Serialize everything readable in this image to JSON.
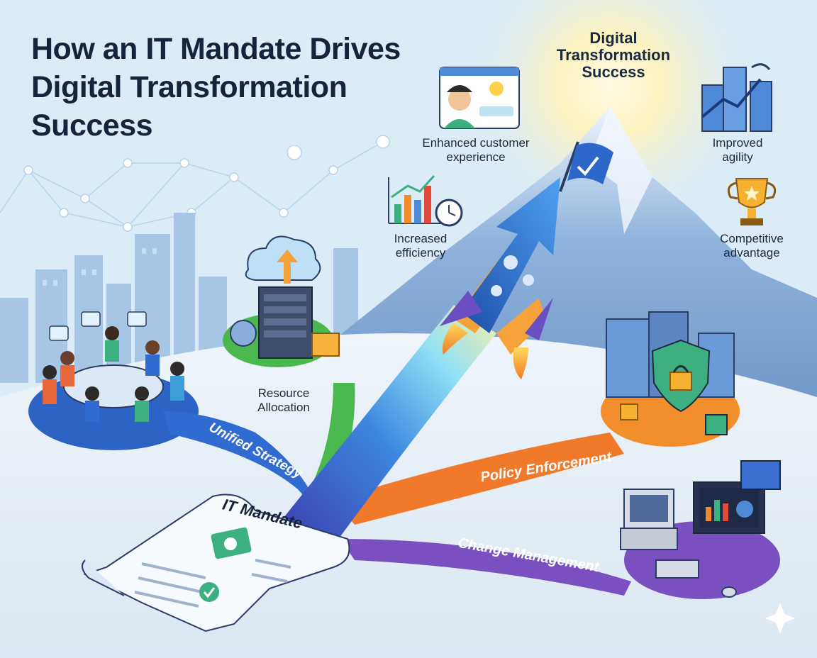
{
  "title": {
    "line1": "How an IT Mandate Drives",
    "line2": "Digital Transformation",
    "line3": "Success"
  },
  "goal": {
    "line1": "Digital",
    "line2": "Transformation",
    "line3": "Success"
  },
  "benefits": {
    "customer_experience": {
      "line1": "Enhanced customer",
      "line2": "experience"
    },
    "agility": {
      "line1": "Improved",
      "line2": "agility"
    },
    "efficiency": {
      "line1": "Increased",
      "line2": "efficiency"
    },
    "competitive": {
      "line1": "Competitive",
      "line2": "advantage"
    }
  },
  "resource_allocation": {
    "line1": "Resource",
    "line2": "Allocation"
  },
  "paths": {
    "unified_strategy": "Unified Strategy",
    "policy_enforcement": "Policy Enforcement",
    "change_management": "Change Management"
  },
  "document_title": "IT Mandate",
  "icons": [
    "profile-card-icon",
    "buildings-growth-icon",
    "growth-chart-clock-icon",
    "trophy-icon",
    "cloud-upload-server-icon",
    "team-meeting-icon",
    "security-shield-lock-icon",
    "computer-workstation-icon",
    "rocket-arrow-icon",
    "flag-check-icon",
    "mandate-document-icon"
  ],
  "colors": {
    "sky": "#dcecf7",
    "title_text": "#16233b",
    "unified_path": "#2f6bd0",
    "allocation_path": "#4bb84f",
    "policy_path": "#f07a2a",
    "change_path": "#7a4fc0",
    "mountain": "#7fa6d4",
    "rocket": "#2d67c9"
  }
}
